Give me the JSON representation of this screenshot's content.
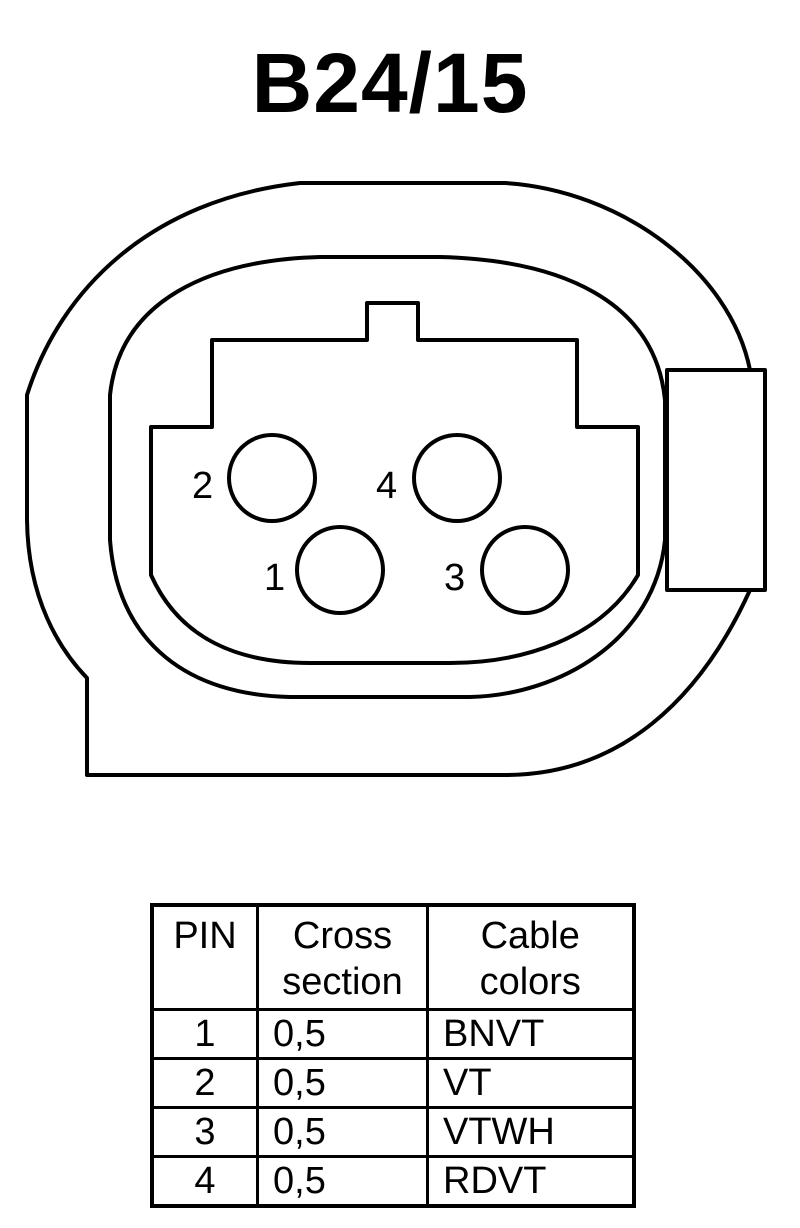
{
  "title": "B24/15",
  "connector": {
    "pin_labels": [
      "1",
      "2",
      "3",
      "4"
    ]
  },
  "table": {
    "headers": [
      "PIN",
      "Cross section",
      "Cable colors"
    ],
    "rows": [
      {
        "pin": "1",
        "cross_section": "0,5",
        "color": "BNVT"
      },
      {
        "pin": "2",
        "cross_section": "0,5",
        "color": "VT"
      },
      {
        "pin": "3",
        "cross_section": "0,5",
        "color": "VTWH"
      },
      {
        "pin": "4",
        "cross_section": "0,5",
        "color": "RDVT"
      }
    ]
  }
}
